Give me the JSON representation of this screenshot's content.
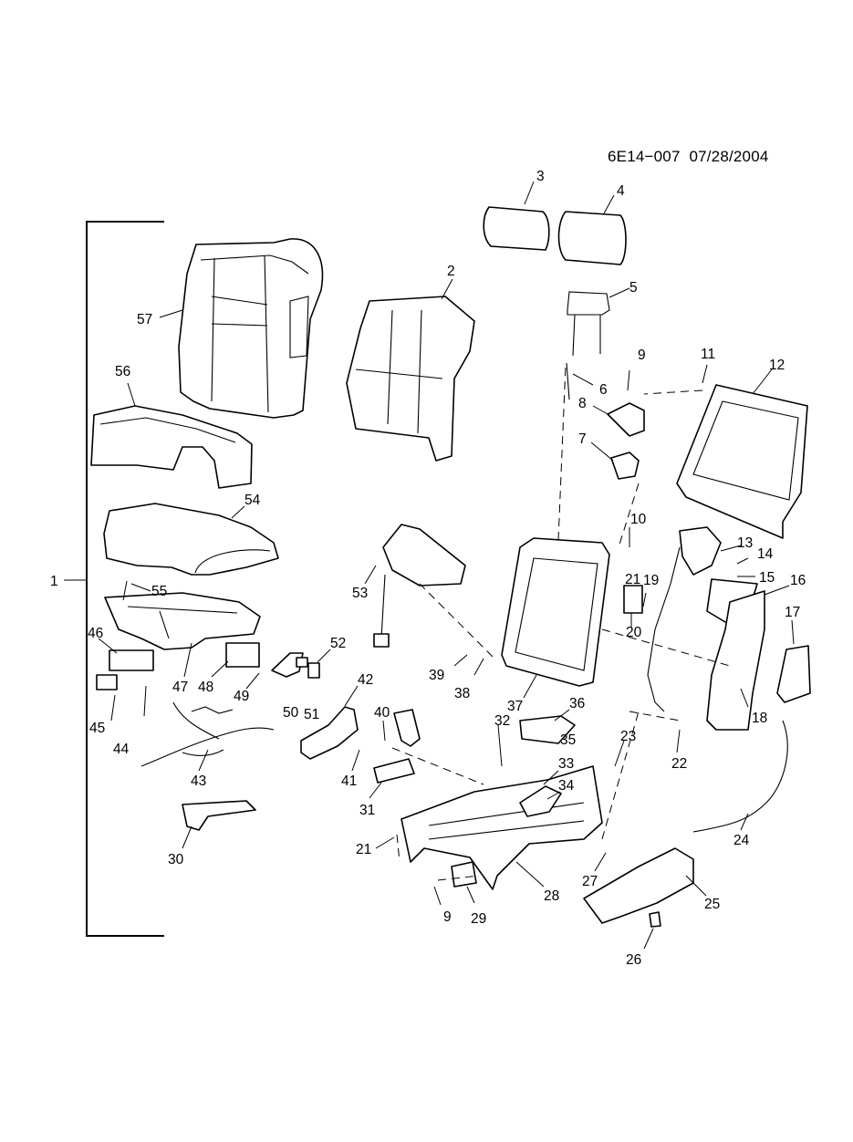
{
  "document": {
    "id_date": "6E14−007  07/28/2004"
  },
  "assembly_bracket_label": "1",
  "callouts": [
    {
      "n": "2"
    },
    {
      "n": "3"
    },
    {
      "n": "4"
    },
    {
      "n": "5"
    },
    {
      "n": "6"
    },
    {
      "n": "7"
    },
    {
      "n": "8"
    },
    {
      "n": "9"
    },
    {
      "n": "10"
    },
    {
      "n": "11"
    },
    {
      "n": "12"
    },
    {
      "n": "13"
    },
    {
      "n": "14"
    },
    {
      "n": "15"
    },
    {
      "n": "16"
    },
    {
      "n": "17"
    },
    {
      "n": "18"
    },
    {
      "n": "19"
    },
    {
      "n": "20"
    },
    {
      "n": "21"
    },
    {
      "n": "22"
    },
    {
      "n": "23"
    },
    {
      "n": "24"
    },
    {
      "n": "25"
    },
    {
      "n": "26"
    },
    {
      "n": "27"
    },
    {
      "n": "28"
    },
    {
      "n": "29"
    },
    {
      "n": "30"
    },
    {
      "n": "31"
    },
    {
      "n": "32"
    },
    {
      "n": "33"
    },
    {
      "n": "34"
    },
    {
      "n": "35"
    },
    {
      "n": "36"
    },
    {
      "n": "37"
    },
    {
      "n": "38"
    },
    {
      "n": "39"
    },
    {
      "n": "40"
    },
    {
      "n": "41"
    },
    {
      "n": "42"
    },
    {
      "n": "43"
    },
    {
      "n": "44"
    },
    {
      "n": "45"
    },
    {
      "n": "46"
    },
    {
      "n": "47"
    },
    {
      "n": "48"
    },
    {
      "n": "49"
    },
    {
      "n": "50"
    },
    {
      "n": "51"
    },
    {
      "n": "52"
    },
    {
      "n": "53"
    },
    {
      "n": "54"
    },
    {
      "n": "55"
    },
    {
      "n": "56"
    },
    {
      "n": "57"
    },
    {
      "n": "9"
    },
    {
      "n": "21"
    }
  ]
}
